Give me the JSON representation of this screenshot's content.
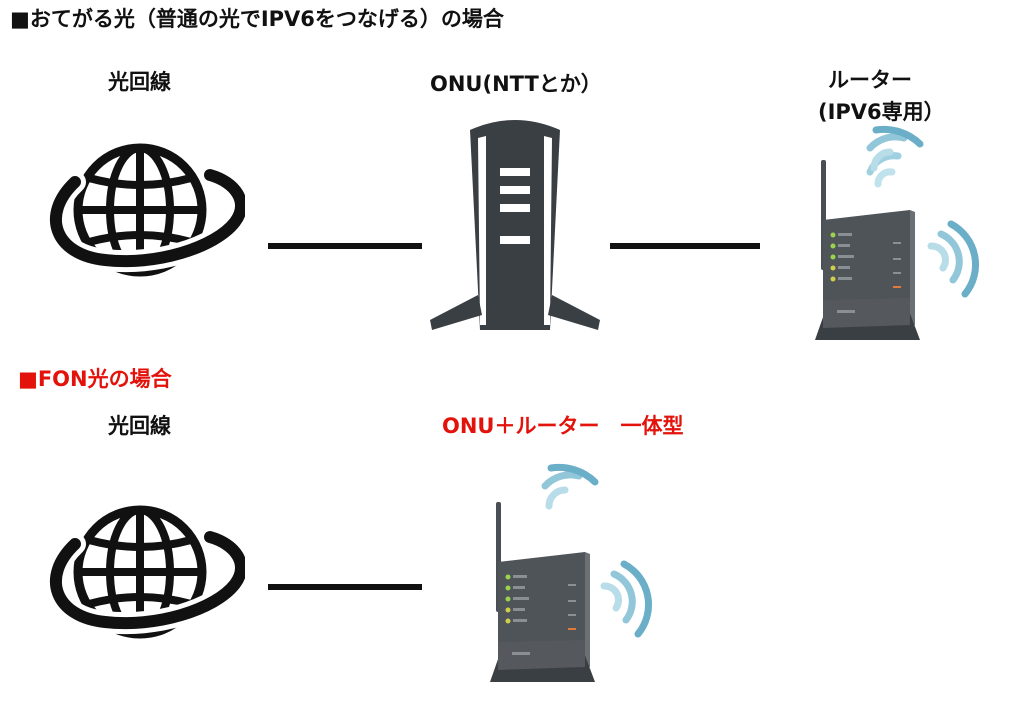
{
  "section1": {
    "title": "■おてがる光（普通の光でIPV6をつなげる）の場合",
    "fiber_label": "光回線",
    "onu_label": "ONU(NTTとか）",
    "router_label_1": "ルーター",
    "router_label_2": "(IPV6専用）"
  },
  "section2": {
    "title": "■FON光の場合",
    "fiber_label": "光回線",
    "combo_label": "ONU＋ルーター　一体型"
  },
  "colors": {
    "text": "#111111",
    "accent_red": "#e3120b",
    "device_dark": "#3a3f44",
    "wifi_blue": "#74b6cf"
  },
  "icons": [
    "globe-icon",
    "onu-device-icon",
    "router-icon",
    "wifi-signal-icon"
  ]
}
